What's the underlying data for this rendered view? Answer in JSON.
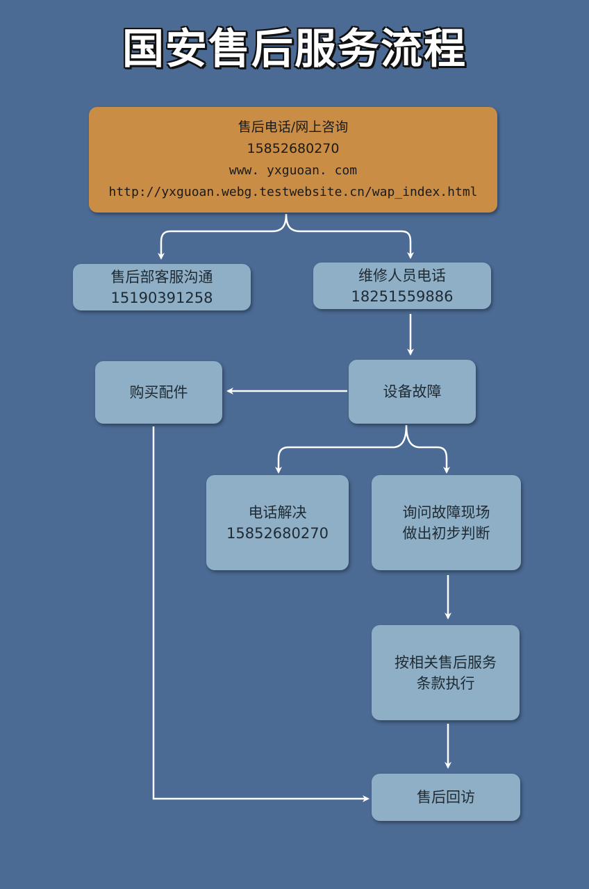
{
  "title": "国安售后服务流程",
  "nodes": {
    "consult": {
      "label": "售后电话/网上咨询",
      "phone": "15852680270",
      "website": "www. yxguoan. com",
      "url": "http://yxguoan.webg.testwebsite.cn/wap_index.html"
    },
    "customer_service": {
      "label": "售后部客服沟通",
      "phone": "15190391258"
    },
    "repair_staff": {
      "label": "维修人员电话",
      "phone": "18251559886"
    },
    "buy_parts": {
      "label": "购买配件"
    },
    "equipment_fault": {
      "label": "设备故障"
    },
    "phone_solve": {
      "label": "电话解决",
      "phone": "15852680270"
    },
    "onsite_inquiry": {
      "line1": "询问故障现场",
      "line2": "做出初步判断"
    },
    "execute_terms": {
      "line1": "按相关售后服务",
      "line2": "条款执行"
    },
    "follow_up": {
      "label": "售后回访"
    }
  },
  "colors": {
    "background": "#4b6a94",
    "top_box": "#c98d45",
    "box": "#8eafc6",
    "arrow": "#ffffff"
  }
}
